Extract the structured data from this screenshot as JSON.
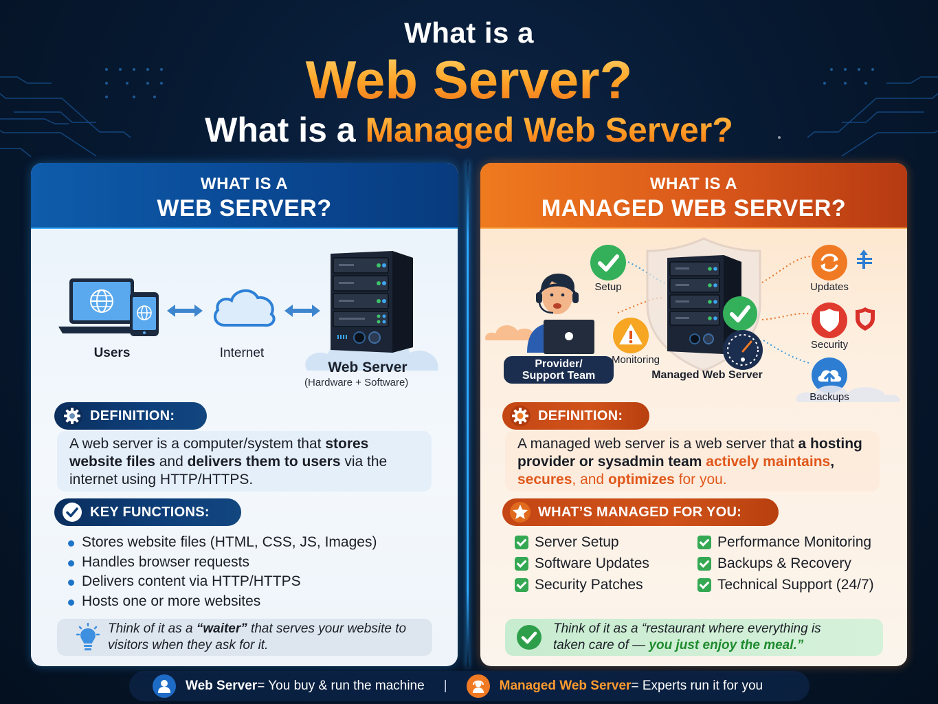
{
  "title": {
    "line1": "What is a",
    "line2": "Web Server?",
    "line3_prefix": "What is a ",
    "line3_highlight": "Managed Web Server?"
  },
  "colors": {
    "background": "#071a33",
    "blue_accent": "#0e5cab",
    "orange_accent": "#ef7a1e",
    "green_check": "#34a853",
    "highlight_orange": "#e0571a",
    "glow_blue": "#2fa9ff"
  },
  "left_panel": {
    "header_small": "WHAT IS A",
    "header_big": "WEB SERVER?",
    "illustration": {
      "users_label": "Users",
      "internet_label": "Internet",
      "server_label": "Web Server",
      "server_sublabel": "(Hardware + Software)",
      "icons": [
        "laptop-globe-icon",
        "phone-globe-icon",
        "double-arrow-icon",
        "cloud-icon",
        "double-arrow-icon",
        "server-rack-icon"
      ]
    },
    "definition": {
      "pill_label": "DEFINITION:",
      "icon": "gear-icon",
      "text_part1": "A web server is a computer/system that ",
      "text_bold1": "stores website files",
      "text_part2": " and ",
      "text_bold2": "delivers them to users",
      "text_part3": " via the internet using HTTP/HTTPS."
    },
    "key_functions": {
      "pill_label": "KEY FUNCTIONS:",
      "icon": "check-circle-icon",
      "items": [
        "Stores website files (HTML, CSS, JS, Images)",
        "Handles browser requests",
        "Delivers content via HTTP/HTTPS",
        "Hosts one or more websites"
      ]
    },
    "tip": {
      "icon": "lightbulb-icon",
      "text_part1": "Think of it as a ",
      "text_bold": "“waiter”",
      "text_part2": " that serves your website to visitors when they ask for it."
    }
  },
  "right_panel": {
    "header_small": "WHAT IS A",
    "header_big": "MANAGED WEB SERVER?",
    "illustration": {
      "team_label_line1": "Provider/",
      "team_label_line2": "Support Team",
      "setup_label": "Setup",
      "monitoring_label": "Monitoring",
      "server_label": "Managed Web Server",
      "updates_label": "Updates",
      "security_label": "Security",
      "backups_label": "Backups",
      "icons": [
        "support-agent-icon",
        "setup-check-icon",
        "monitoring-warning-icon",
        "server-rack-icon",
        "shield-icon",
        "speed-gauge-icon",
        "updates-sync-icon",
        "security-shield-icon",
        "backups-cloud-upload-icon"
      ]
    },
    "definition": {
      "pill_label": "DEFINITION:",
      "icon": "gear-icon",
      "text_part1": "A managed web server is a web server that ",
      "text_bold1": "a hosting provider or sysadmin team",
      "text_hl1": "actively maintains",
      "text_comma1": ", ",
      "text_hl2": "secures",
      "text_and": ", and ",
      "text_hl3": "optimizes",
      "text_end": " for you."
    },
    "managed": {
      "pill_label": "WHAT’S MANAGED FOR YOU:",
      "icon": "star-icon",
      "items": [
        "Server Setup",
        "Performance Monitoring",
        "Software Updates",
        "Backups & Recovery",
        "Security Patches",
        "Technical Support (24/7)"
      ]
    },
    "tip": {
      "icon": "check-circle-icon",
      "text_part1": "Think of it as a “restaurant where everything is taken care of — ",
      "text_green": "you just enjoy the meal.”"
    }
  },
  "bottom_bar": {
    "left_icon": "user-icon",
    "left_strong": "Web Server",
    "left_text": " = You buy & run the machine",
    "separator": "|",
    "right_icon": "support-agent-icon",
    "right_strong": "Managed Web Server",
    "right_text": " = Experts run it for you"
  }
}
